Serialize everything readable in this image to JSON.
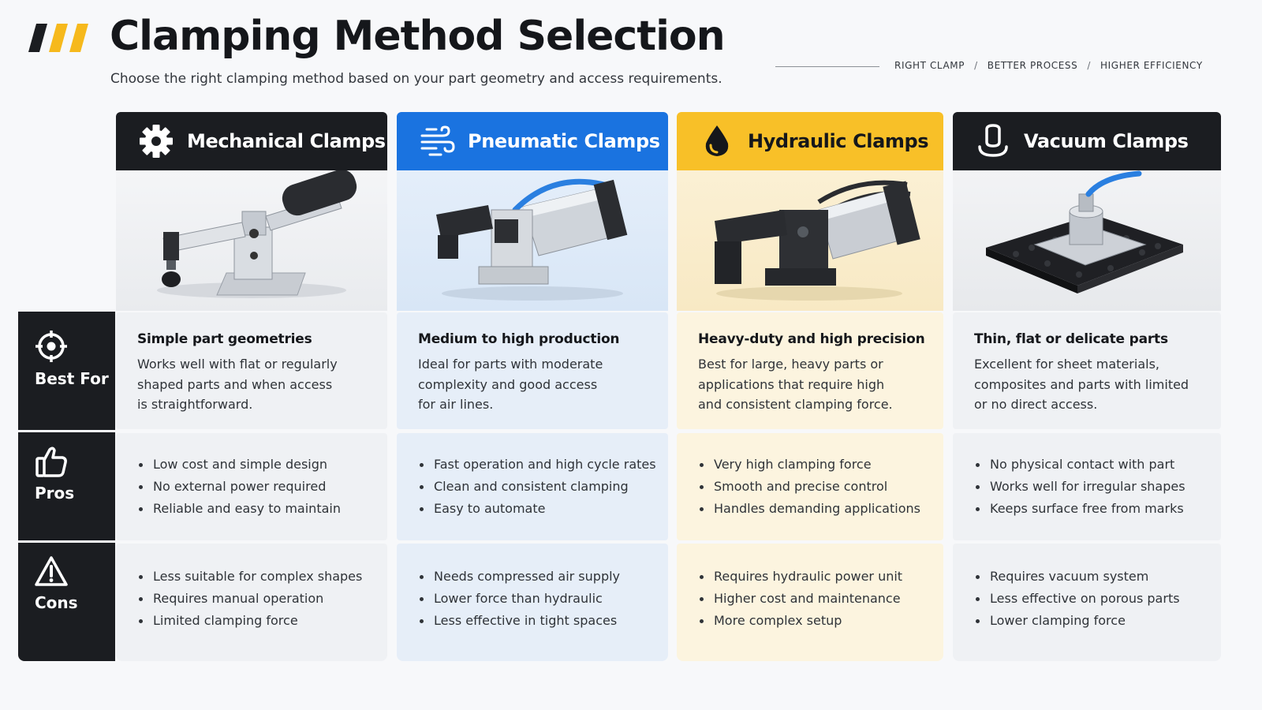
{
  "header": {
    "title": "Clamping Method Selection",
    "subtitle": "Choose the right clamping method based on your part geometry and access requirements.",
    "tagline": [
      "RIGHT CLAMP",
      "BETTER PROCESS",
      "HIGHER EFFICIENCY"
    ],
    "tagline_separator": "/"
  },
  "row_labels": {
    "best_for": {
      "label": "Best For",
      "icon": "target-icon"
    },
    "pros": {
      "label": "Pros",
      "icon": "thumbs-up-icon"
    },
    "cons": {
      "label": "Cons",
      "icon": "warning-icon"
    }
  },
  "colors": {
    "dark": "#1b1d21",
    "pneumatic_blue": "#1a73e0",
    "hydraulic_yellow": "#f8c028",
    "logo_yellow": "#f6b91c"
  },
  "columns": [
    {
      "title": "Mechanical Clamps",
      "icon": "gear-icon",
      "image": "toggle-clamp-image",
      "best_title": "Simple part geometries",
      "best_desc": "Works well with flat or regularly\nshaped parts and when access\nis straightforward.",
      "pros": [
        "Low cost and simple design",
        "No external power required",
        "Reliable and easy to maintain"
      ],
      "cons": [
        "Less suitable for complex shapes",
        "Requires manual operation",
        "Limited clamping force"
      ]
    },
    {
      "title": "Pneumatic Clamps",
      "icon": "air-flow-icon",
      "image": "pneumatic-cylinder-clamp-image",
      "best_title": "Medium to high production",
      "best_desc": "Ideal for parts with moderate\ncomplexity and good access\nfor air lines.",
      "pros": [
        "Fast operation and high cycle rates",
        "Clean and consistent clamping",
        "Easy to automate"
      ],
      "cons": [
        "Needs compressed air supply",
        "Lower force than hydraulic",
        "Less effective in tight spaces"
      ]
    },
    {
      "title": "Hydraulic Clamps",
      "icon": "oil-drop-icon",
      "image": "hydraulic-cylinder-clamp-image",
      "best_title": "Heavy-duty and high precision",
      "best_desc": "Best for large, heavy parts or\napplications that require high\nand consistent clamping force.",
      "pros": [
        "Very high clamping force",
        "Smooth and precise control",
        "Handles demanding applications"
      ],
      "cons": [
        "Requires hydraulic power unit",
        "Higher cost and maintenance",
        "More complex setup"
      ]
    },
    {
      "title": "Vacuum Clamps",
      "icon": "suction-cup-icon",
      "image": "vacuum-pad-image",
      "best_title": "Thin, flat or delicate parts",
      "best_desc": "Excellent for sheet materials,\ncomposites and parts with limited\nor no direct access.",
      "pros": [
        "No physical contact with part",
        "Works well for irregular shapes",
        "Keeps surface free from marks"
      ],
      "cons": [
        "Requires vacuum system",
        "Less effective on porous parts",
        "Lower clamping force"
      ]
    }
  ]
}
